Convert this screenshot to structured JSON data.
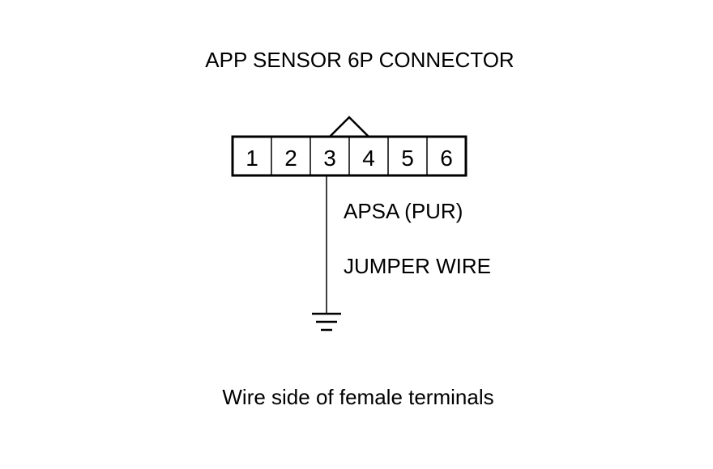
{
  "title": "APP SENSOR 6P CONNECTOR",
  "connector": {
    "pins": [
      "1",
      "2",
      "3",
      "4",
      "5",
      "6"
    ],
    "connected_pin": "3"
  },
  "labels": {
    "wire": "APSA (PUR)",
    "jumper": "JUMPER WIRE"
  },
  "caption": "Wire side of female terminals"
}
